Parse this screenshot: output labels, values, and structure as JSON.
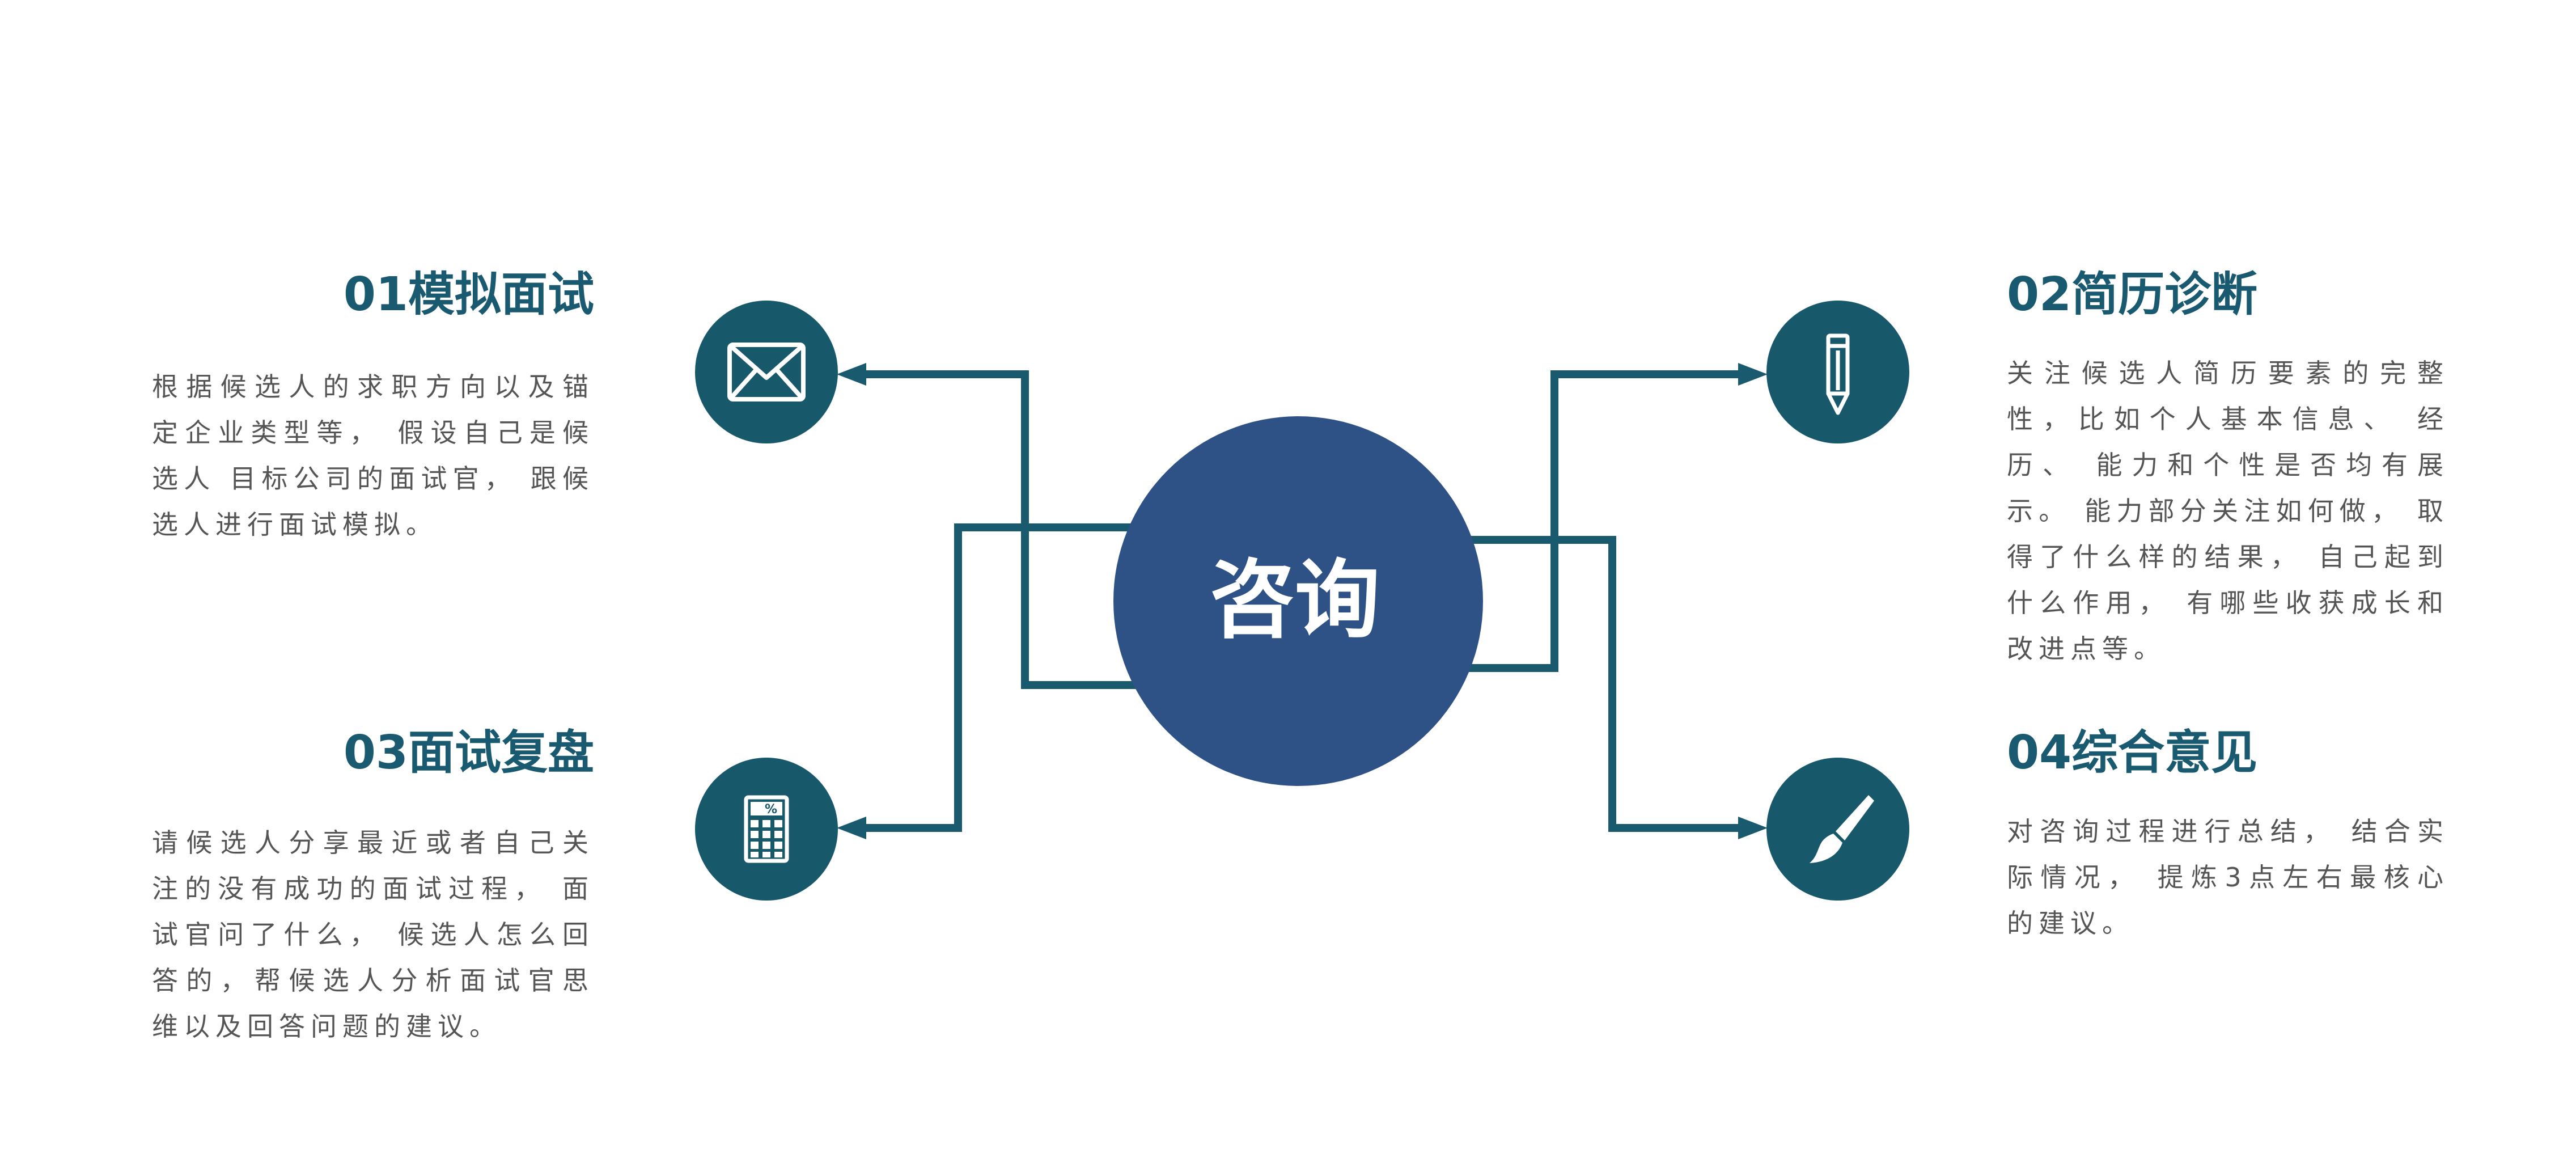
{
  "center": {
    "label": "咨询",
    "color": "#2f5286"
  },
  "colors": {
    "connector": "#1a5a6e",
    "icon_circle": "#17586b",
    "heading": "#1a5a70",
    "body_text": "#555555"
  },
  "items": [
    {
      "id": "01",
      "title": "01模拟面试",
      "body": "根据候选人的求职方向以及锚定企业类型等， 假设自己是候选人 目标公司的面试官， 跟候选人进行面试模拟。",
      "icon": "envelope-icon"
    },
    {
      "id": "02",
      "title": "02简历诊断",
      "body": "关注候选人简历要素的完整性，比如个人基本信息、 经历、 能力和个性是否均有展示。 能力部分关注如何做， 取得了什么样的结果， 自己起到什么作用， 有哪些收获成长和改进点等。",
      "icon": "pencil-icon"
    },
    {
      "id": "03",
      "title": "03面试复盘",
      "body": "请候选人分享最近或者自己关注的没有成功的面试过程， 面试官问了什么， 候选人怎么回答的，帮候选人分析面试官思维以及回答问题的建议。",
      "icon": "calculator-icon"
    },
    {
      "id": "04",
      "title": "04综合意见",
      "body": "对咨询过程进行总结， 结合实际情况， 提炼3点左右最核心的建议。",
      "icon": "paintbrush-icon"
    }
  ]
}
